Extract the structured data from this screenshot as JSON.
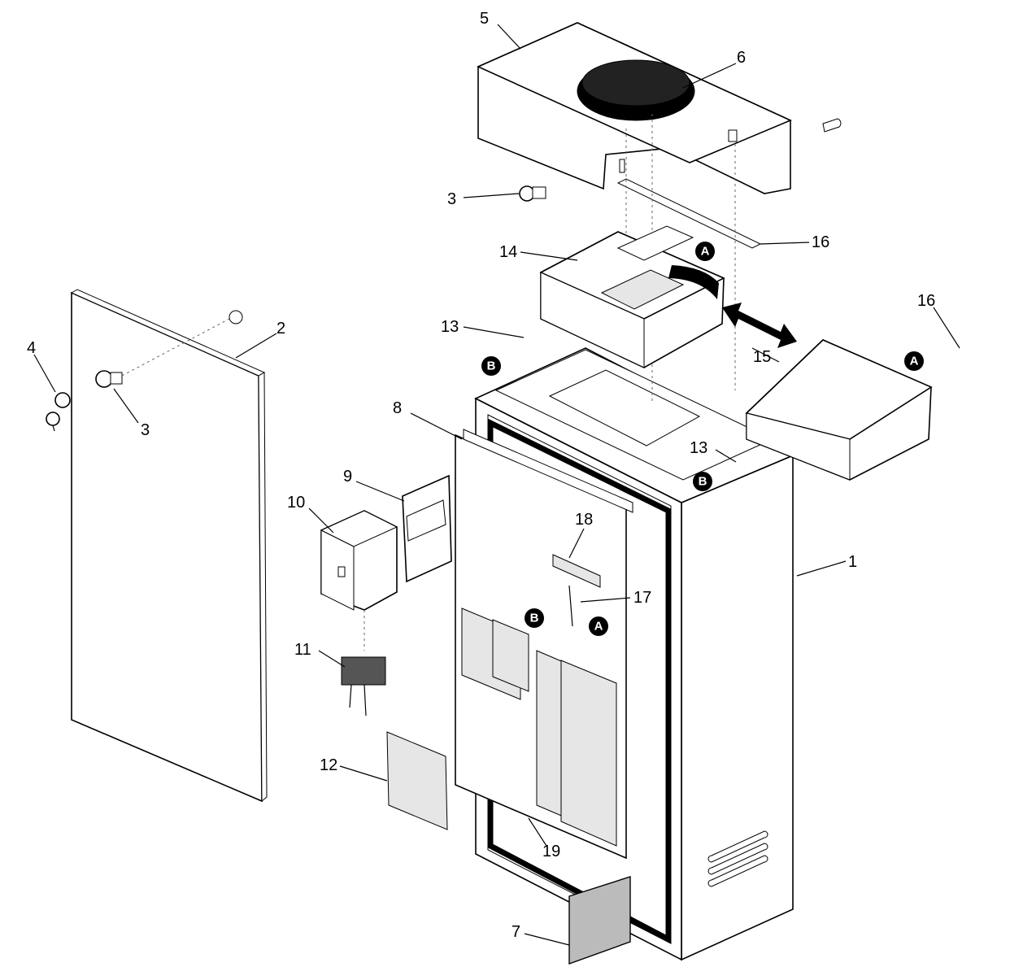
{
  "callouts": [
    {
      "id": "1",
      "label": "1"
    },
    {
      "id": "2",
      "label": "2"
    },
    {
      "id": "3a",
      "label": "3"
    },
    {
      "id": "3b",
      "label": "3"
    },
    {
      "id": "4",
      "label": "4"
    },
    {
      "id": "5",
      "label": "5"
    },
    {
      "id": "6",
      "label": "6"
    },
    {
      "id": "7",
      "label": "7"
    },
    {
      "id": "8",
      "label": "8"
    },
    {
      "id": "9",
      "label": "9"
    },
    {
      "id": "10",
      "label": "10"
    },
    {
      "id": "11",
      "label": "11"
    },
    {
      "id": "12",
      "label": "12"
    },
    {
      "id": "13a",
      "label": "13"
    },
    {
      "id": "13b",
      "label": "13"
    },
    {
      "id": "14",
      "label": "14"
    },
    {
      "id": "15",
      "label": "15"
    },
    {
      "id": "16a",
      "label": "16"
    },
    {
      "id": "16b",
      "label": "16"
    },
    {
      "id": "17",
      "label": "17"
    },
    {
      "id": "18",
      "label": "18"
    },
    {
      "id": "19",
      "label": "19"
    }
  ],
  "connector_badges": [
    {
      "id": "a1",
      "label": "A"
    },
    {
      "id": "a2",
      "label": "A"
    },
    {
      "id": "a3",
      "label": "A"
    },
    {
      "id": "b1",
      "label": "B"
    },
    {
      "id": "b2",
      "label": "B"
    },
    {
      "id": "b3",
      "label": "B"
    }
  ]
}
